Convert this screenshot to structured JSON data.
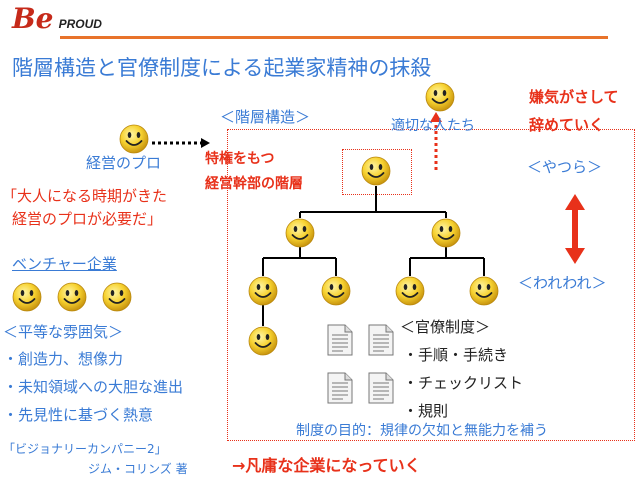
{
  "logo": {
    "text": "PROUD",
    "letters": "Be"
  },
  "title": "階層構造と官僚制度による起業家精神の抹殺",
  "left": {
    "pro_label": "経営のプロ",
    "quote_line1": "「大人になる時期がきた",
    "quote_line2": "経営のプロが必要だ」",
    "venture_label": "ベンチャー企業",
    "atmosphere_label": "＜平等な雰囲気＞",
    "bullets": [
      "・創造力、想像力",
      "・未知領域への大胆な進出",
      "・先見性に基づく熱意"
    ],
    "book_title": "「ビジョナリーカンパニー2」",
    "book_author": "ジム・コリンズ 著"
  },
  "center": {
    "hierarchy_label": "＜階層構造＞",
    "elite_line1": "特権をもつ",
    "elite_line2": "経営幹部の階層",
    "bureaucracy_label": "＜官僚制度＞",
    "bureaucracy_items": [
      "・手順・手続き",
      "・チェックリスト",
      "・規則"
    ],
    "purpose_text": "制度の目的：規律の欠如と無能力を補う",
    "conclusion": "→凡庸な企業になっていく"
  },
  "right": {
    "suitable_people": "適切な人たち",
    "quit_line1": "嫌気がさして",
    "quit_line2": "辞めていく",
    "them_label": "＜やつら＞",
    "us_label": "＜われわれ＞"
  },
  "colors": {
    "accent_red": "#e8311a",
    "accent_blue": "#3a7bd5",
    "rule_orange": "#e8732a",
    "smiley": "#f2c21b"
  }
}
